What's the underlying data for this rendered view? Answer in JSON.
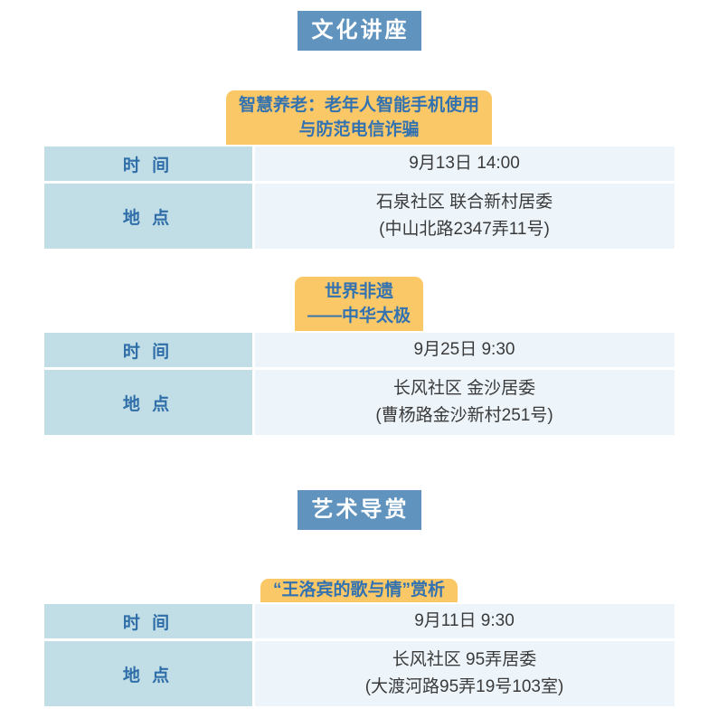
{
  "colors": {
    "section_box_bg": "#6093BE",
    "accent_yellow_outline": "#FCC45A",
    "event_banner_bg": "#FBC868",
    "event_banner_text": "#3372B0",
    "label_cell_bg": "#C1DDE5",
    "label_text": "#2F6EA8",
    "value_cell_bg": "#EDF5FB",
    "value_text": "#3A3A3A"
  },
  "sections": [
    {
      "title": "文化讲座",
      "events": [
        {
          "title_lines": [
            "智慧养老：老年人智能手机使用",
            "与防范电信诈骗"
          ],
          "rows": [
            {
              "label": "时 间",
              "values": [
                "9月13日 14:00"
              ]
            },
            {
              "label": "地 点",
              "values": [
                "石泉社区 联合新村居委",
                "(中山北路2347弄11号)"
              ]
            }
          ]
        },
        {
          "title_lines": [
            "世界非遗",
            "——中华太极"
          ],
          "rows": [
            {
              "label": "时 间",
              "values": [
                "9月25日 9:30"
              ]
            },
            {
              "label": "地 点",
              "values": [
                "长风社区 金沙居委",
                "(曹杨路金沙新村251号)"
              ]
            }
          ]
        }
      ]
    },
    {
      "title": "艺术导赏",
      "events": [
        {
          "title_lines": [
            "“王洛宾的歌与情”赏析"
          ],
          "rows": [
            {
              "label": "时 间",
              "values": [
                "9月11日 9:30"
              ]
            },
            {
              "label": "地 点",
              "values": [
                "长风社区 95弄居委",
                "(大渡河路95弄19号103室)"
              ]
            }
          ]
        }
      ]
    }
  ]
}
